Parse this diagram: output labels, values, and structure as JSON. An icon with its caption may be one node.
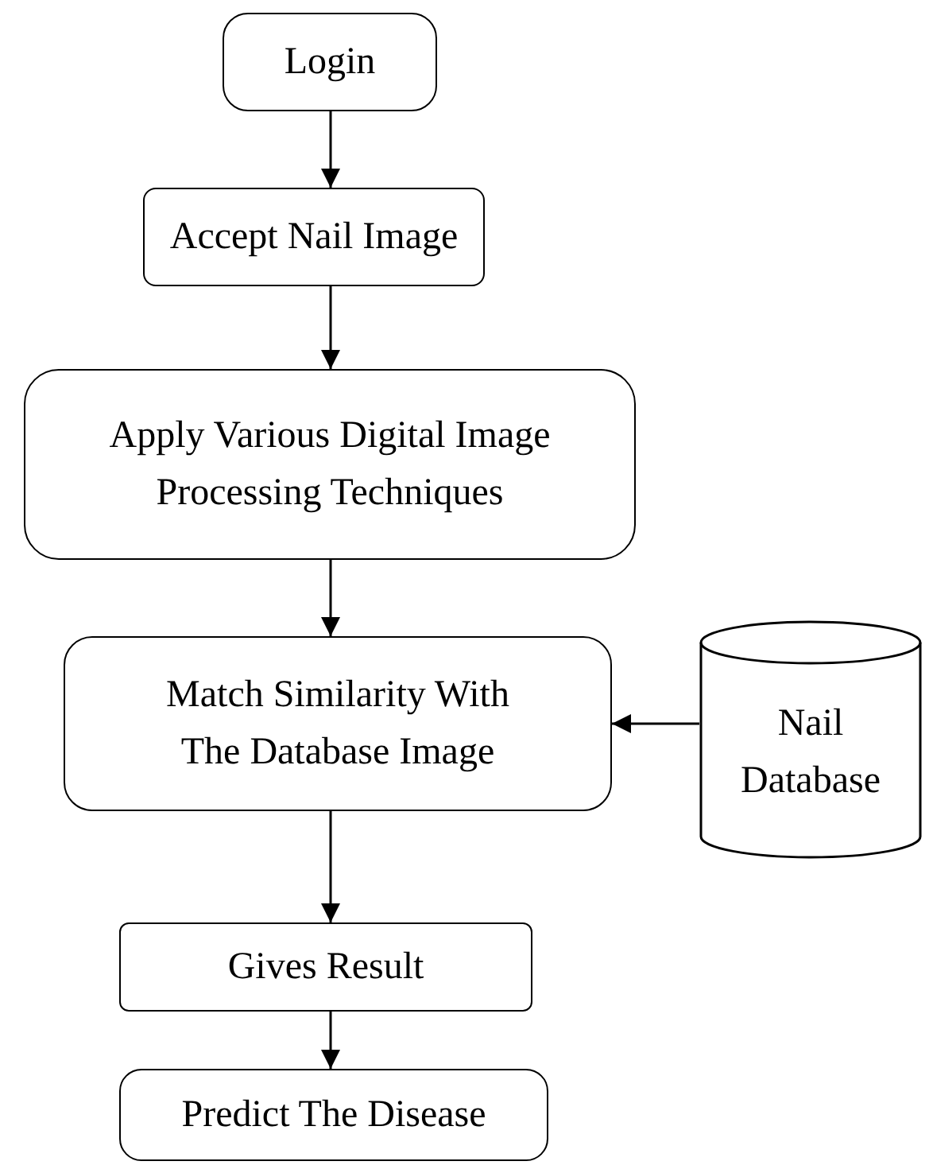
{
  "diagram": {
    "nodes": [
      {
        "text": [
          "Login"
        ]
      },
      {
        "text": [
          "Accept Nail Image"
        ]
      },
      {
        "text": [
          "Apply Various Digital Image Processing Techniques"
        ]
      },
      {
        "text": [
          "Match Similarity With The Database Image"
        ]
      },
      {
        "text": [
          "Nail Database"
        ]
      },
      {
        "text": [
          "Gives Result"
        ]
      },
      {
        "text": [
          "Predict The Disease"
        ]
      }
    ],
    "edges": [
      {
        "from": 0,
        "to": 1,
        "arrow": "to"
      },
      {
        "from": 1,
        "to": 2,
        "arrow": "to"
      },
      {
        "from": 2,
        "to": 3,
        "arrow": "to"
      },
      {
        "from": 4,
        "to": 3,
        "arrow": "to"
      },
      {
        "from": 3,
        "to": 5,
        "arrow": "to"
      },
      {
        "from": 5,
        "to": 6,
        "arrow": "to"
      }
    ]
  }
}
